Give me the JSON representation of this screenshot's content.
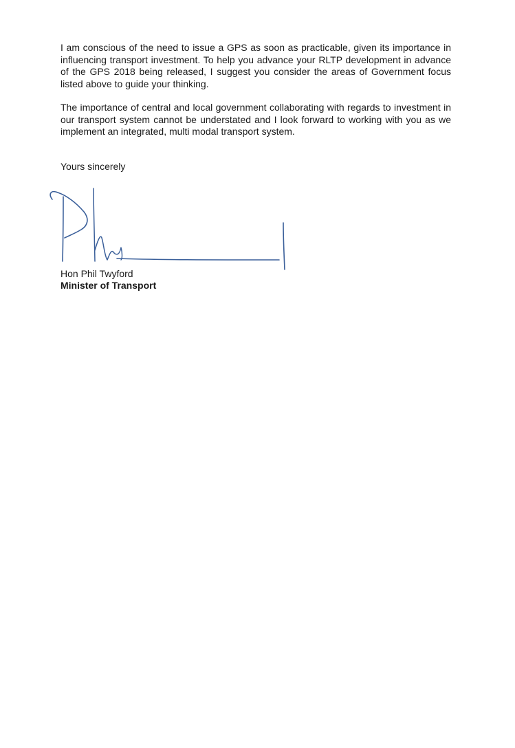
{
  "letter": {
    "paragraphs": [
      "I am conscious of the need to issue a GPS as soon as practicable, given its importance in influencing transport investment. To help you advance your RLTP development in advance of the GPS 2018 being released, I suggest you consider the areas of Government focus listed above to guide your thinking.",
      "The importance of central and local government collaborating with regards to investment in our transport system cannot be understated and I look forward to working with you as we implement an integrated, multi modal transport system."
    ],
    "closing": "Yours sincerely",
    "signer": {
      "name": "Hon Phil Twyford",
      "title": "Minister of Transport"
    },
    "signature_ink_color": "#3a5f9a"
  }
}
